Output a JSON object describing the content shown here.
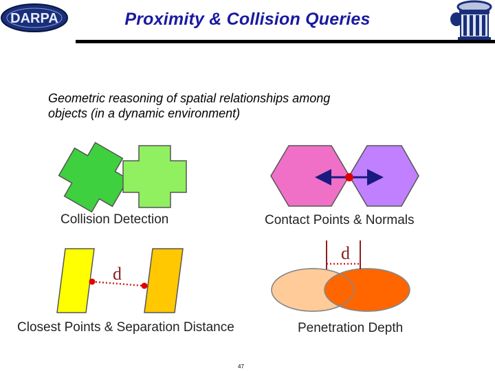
{
  "slide": {
    "title": "Proximity & Collision Queries",
    "subtitle_line1": "Geometric reasoning of spatial relationships among",
    "subtitle_line2": "objects (in a dynamic environment)",
    "page_number": "47"
  },
  "logos": {
    "darpa_text": "DARPA"
  },
  "captions": {
    "collision_detection": "Collision Detection",
    "contact_points": "Contact Points & Normals",
    "closest_points": "Closest Points & Separation Distance",
    "penetration_depth": "Penetration Depth"
  },
  "distance_labels": {
    "separation": "d",
    "penetration": "d"
  },
  "colors": {
    "title": "#1a1aa0",
    "cross_dark_green": "#3fd03f",
    "cross_light_green": "#90f060",
    "hexagon_pink": "#f070c8",
    "hexagon_purple": "#c080ff",
    "parallelogram_yellow": "#ffff00",
    "parallelogram_orange": "#ffc800",
    "ellipse_peach": "#ffcc99",
    "ellipse_orange": "#ff6600",
    "point_red": "#e00000",
    "arrow_navy": "#1a1a80"
  }
}
